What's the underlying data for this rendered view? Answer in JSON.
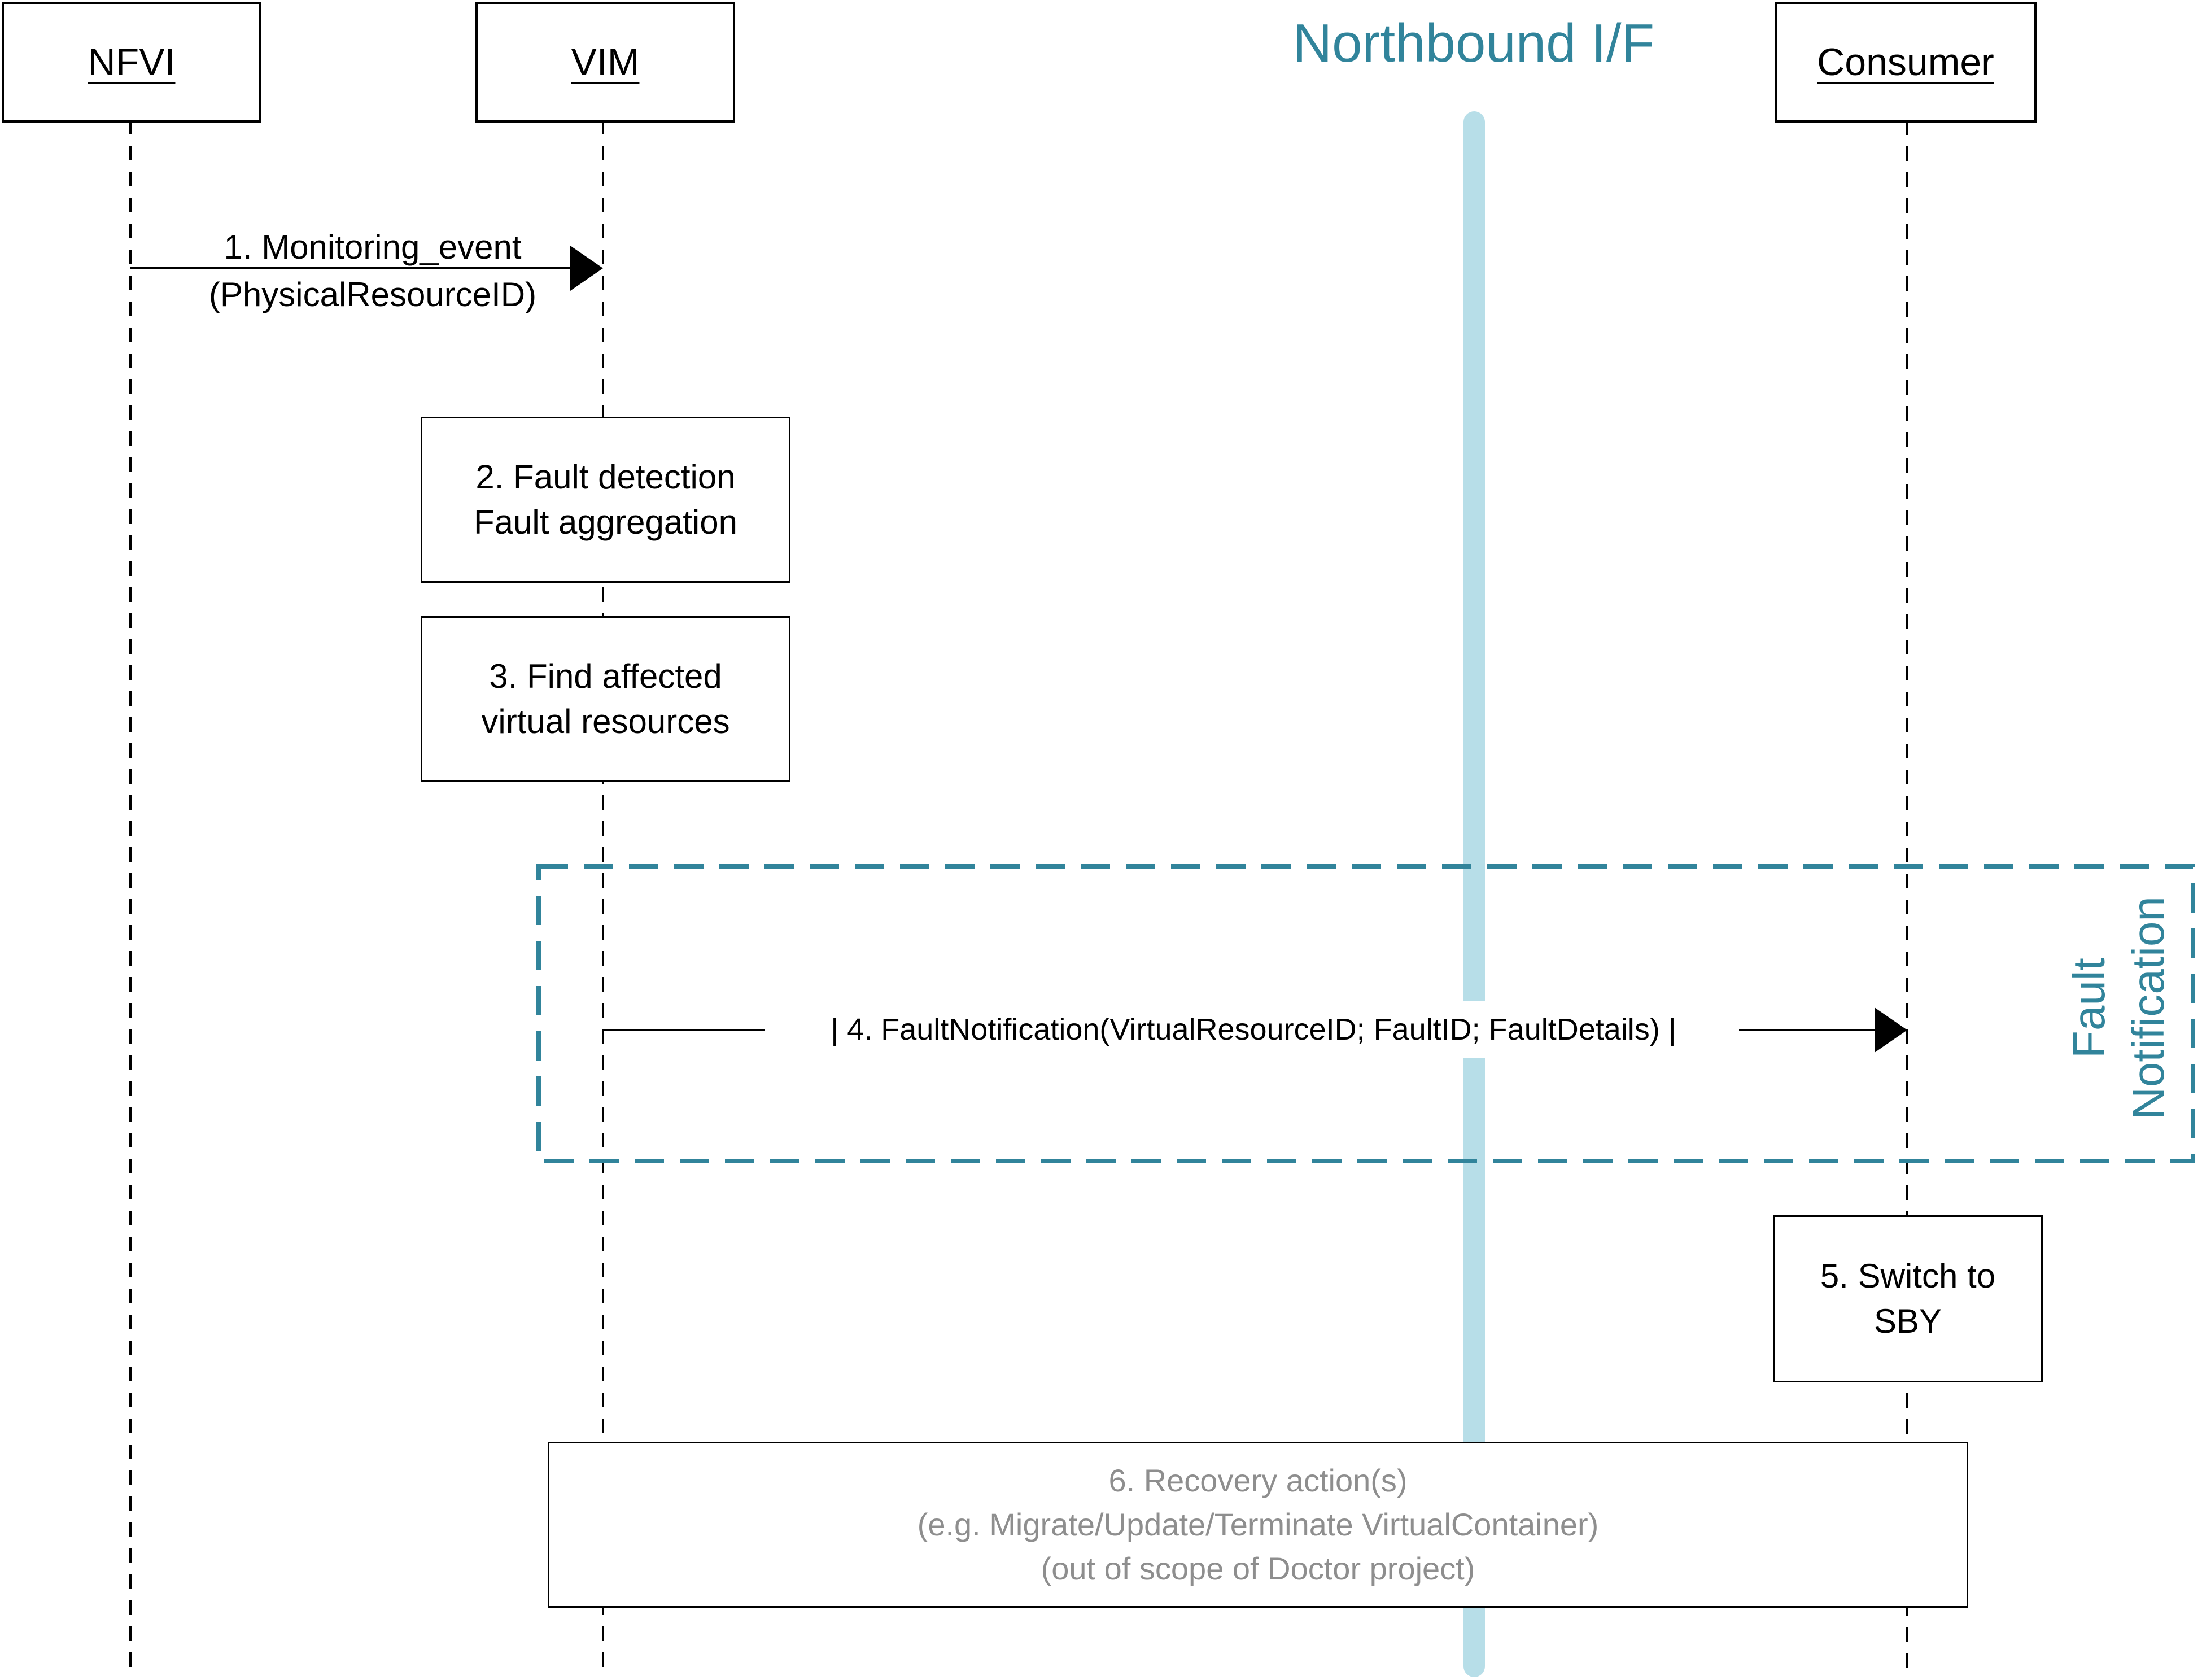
{
  "diagram": {
    "title": "Northbound I/F",
    "actors": {
      "nfvi": {
        "label": "NFVI"
      },
      "vim": {
        "label": "VIM"
      },
      "consumer": {
        "label": "Consumer"
      }
    },
    "messages": {
      "msg1": {
        "line1": "1. Monitoring_event",
        "line2": "(PhysicalResourceID)"
      },
      "msg4": {
        "label": "| 4. FaultNotification(VirtualResourceID; FaultID; FaultDetails) |"
      }
    },
    "steps": {
      "step2": {
        "line1": "2. Fault detection",
        "line2": "Fault aggregation"
      },
      "step3": {
        "line1": "3. Find affected",
        "line2": "virtual resources"
      },
      "step5": {
        "line1": "5. Switch to",
        "line2": "SBY"
      },
      "step6": {
        "line1": "6. Recovery action(s)",
        "line2": "(e.g. Migrate/Update/Terminate VirtualContainer)",
        "line3": "(out of scope of Doctor project)"
      }
    },
    "region": {
      "line1": "Fault",
      "line2": "Notification"
    },
    "colors": {
      "teal": "#31849b",
      "light_blue": "#b7dee8",
      "gray_text": "#8e8e8e"
    }
  }
}
